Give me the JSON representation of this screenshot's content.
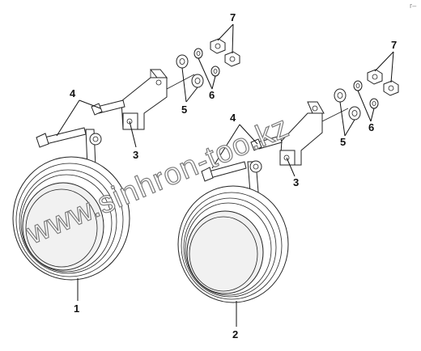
{
  "callouts": {
    "c1": "1",
    "c2": "2",
    "c3a": "3",
    "c3b": "3",
    "c4a": "4",
    "c4b": "4",
    "c5a": "5",
    "c5b": "5",
    "c6a": "6",
    "c6b": "6",
    "c7a": "7",
    "c7b": "7"
  },
  "watermark": "www.sinhron-too.kz",
  "corner_mark": "г–",
  "colors": {
    "line": "#222222",
    "watermark_outline": "#7a7a7a"
  }
}
